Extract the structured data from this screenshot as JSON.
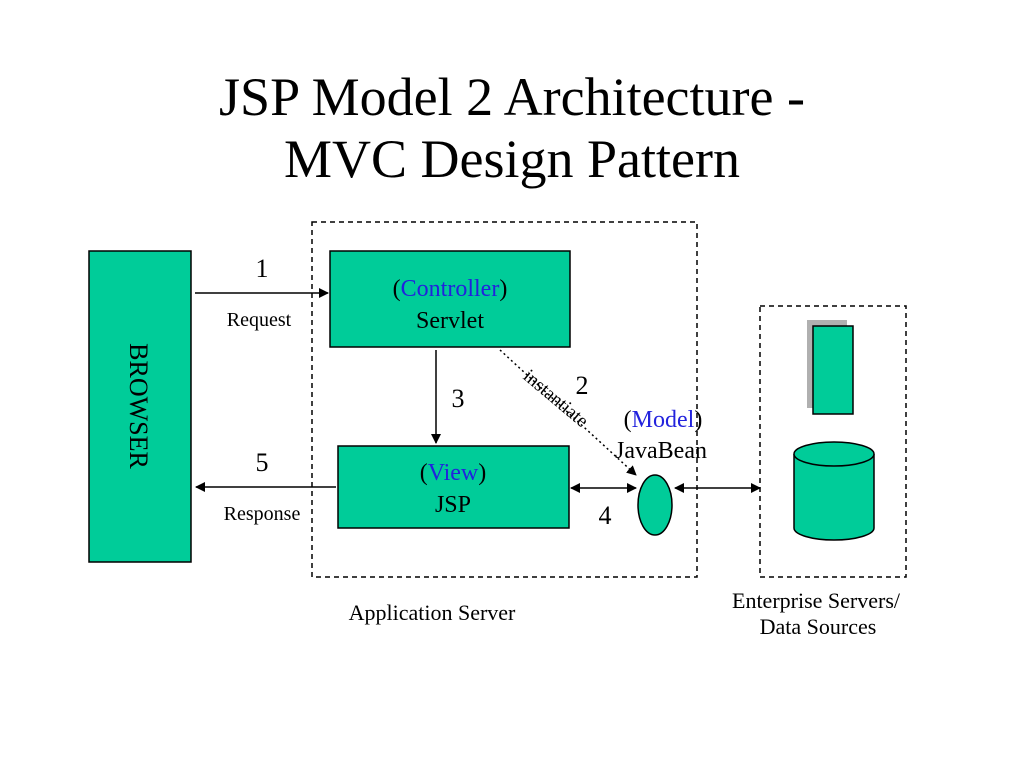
{
  "slide": {
    "title_line1": "JSP Model 2 Architecture -",
    "title_line2": "MVC Design Pattern"
  },
  "diagram": {
    "browser_label": "BROWSER",
    "controller": {
      "role": "Controller",
      "component": "Servlet"
    },
    "view": {
      "role": "View",
      "component": "JSP"
    },
    "model": {
      "role": "Model",
      "component": "JavaBean"
    },
    "steps": {
      "step1": "1",
      "request": "Request",
      "step2": "2",
      "instantiate": "instantiate",
      "step3": "3",
      "step4": "4",
      "step5": "5",
      "response": "Response"
    },
    "app_server_label": "Application Server",
    "enterprise_label_line1": "Enterprise Servers/",
    "enterprise_label_line2": "Data Sources"
  },
  "colors": {
    "box_fill": "#00cc99",
    "role_text": "#2222dd",
    "stroke": "#000000"
  }
}
